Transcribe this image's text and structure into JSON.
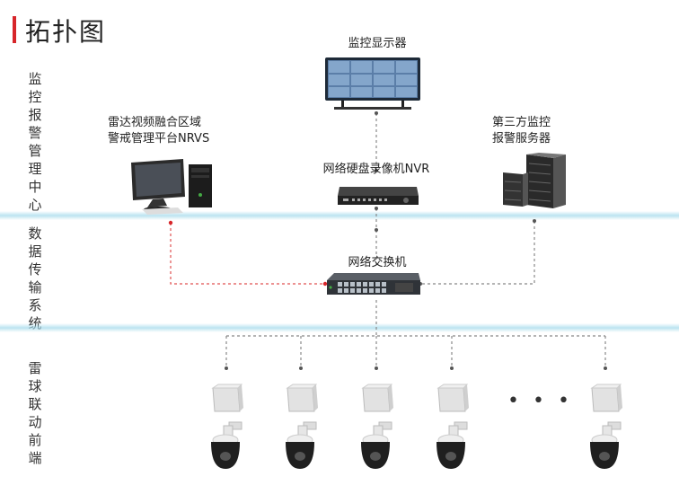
{
  "title": "拓扑图",
  "layers": {
    "center": "监控报警管理中心",
    "transport": "数据传输系统",
    "frontend": "雷球联动前端"
  },
  "nodes": {
    "monitor": "监控显示器",
    "platform_line1": "雷达视频融合区域",
    "platform_line2": "警戒管理平台NRVS",
    "third_party_line1": "第三方监控",
    "third_party_line2": "报警服务器",
    "nvr": "网络硬盘录像机NVR",
    "switch": "网络交换机"
  },
  "ellipsis": "• • •",
  "colors": {
    "accent_red": "#d7262a",
    "link_gray": "#888888",
    "link_red": "#e05050",
    "band_blue": "#a4daeb"
  }
}
